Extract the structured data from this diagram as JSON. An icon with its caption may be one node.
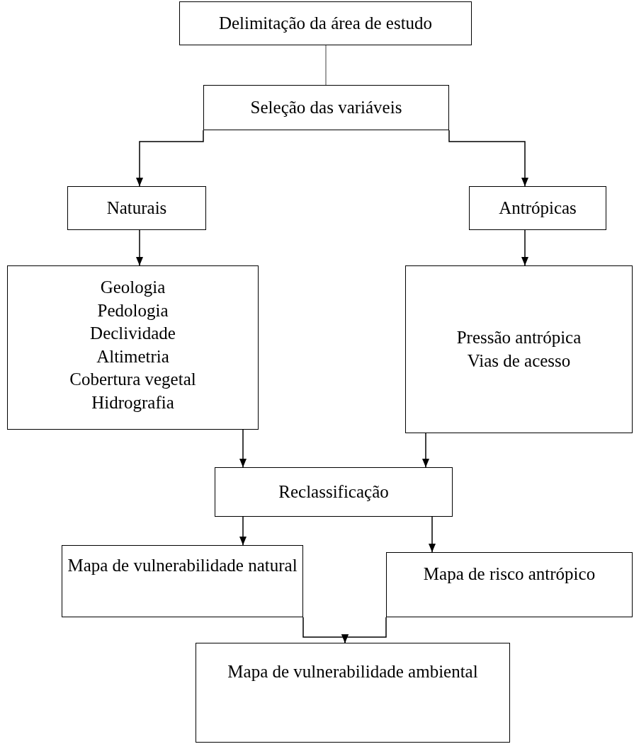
{
  "diagram": {
    "nodes": [
      {
        "text": [
          "Delimitação da área de estudo"
        ]
      },
      {
        "text": [
          "Seleção das variáveis"
        ]
      },
      {
        "text": [
          "Naturais"
        ]
      },
      {
        "text": [
          "Antrópicas"
        ]
      },
      {
        "text": [
          "Geologia",
          "Pedologia",
          "Declividade",
          "Altimetria",
          "Cobertura vegetal",
          "Hidrografia"
        ]
      },
      {
        "text": [
          "Pressão antrópica",
          "Vias de acesso"
        ]
      },
      {
        "text": [
          "Reclassificação"
        ]
      },
      {
        "text": [
          "Mapa de vulnerabilidade natural"
        ]
      },
      {
        "text": [
          "Mapa de risco antrópico"
        ]
      },
      {
        "text": [
          "Mapa de vulnerabilidade ambiental"
        ]
      }
    ],
    "edges": [
      {
        "from": 0,
        "to": 1,
        "arrow": "none",
        "color": "#808080"
      },
      {
        "from": 1,
        "to": 2,
        "arrow": "to"
      },
      {
        "from": 1,
        "to": 3,
        "arrow": "to"
      },
      {
        "from": 2,
        "to": 4,
        "arrow": "to"
      },
      {
        "from": 3,
        "to": 5,
        "arrow": "to"
      },
      {
        "from": 4,
        "to": 6,
        "arrow": "to"
      },
      {
        "from": 5,
        "to": 6,
        "arrow": "to"
      },
      {
        "from": 6,
        "to": 7,
        "arrow": "to"
      },
      {
        "from": 6,
        "to": 8,
        "arrow": "to"
      },
      {
        "from": 7,
        "to": 9,
        "arrow": "to"
      },
      {
        "from": 8,
        "to": 9,
        "arrow": "to"
      }
    ]
  }
}
